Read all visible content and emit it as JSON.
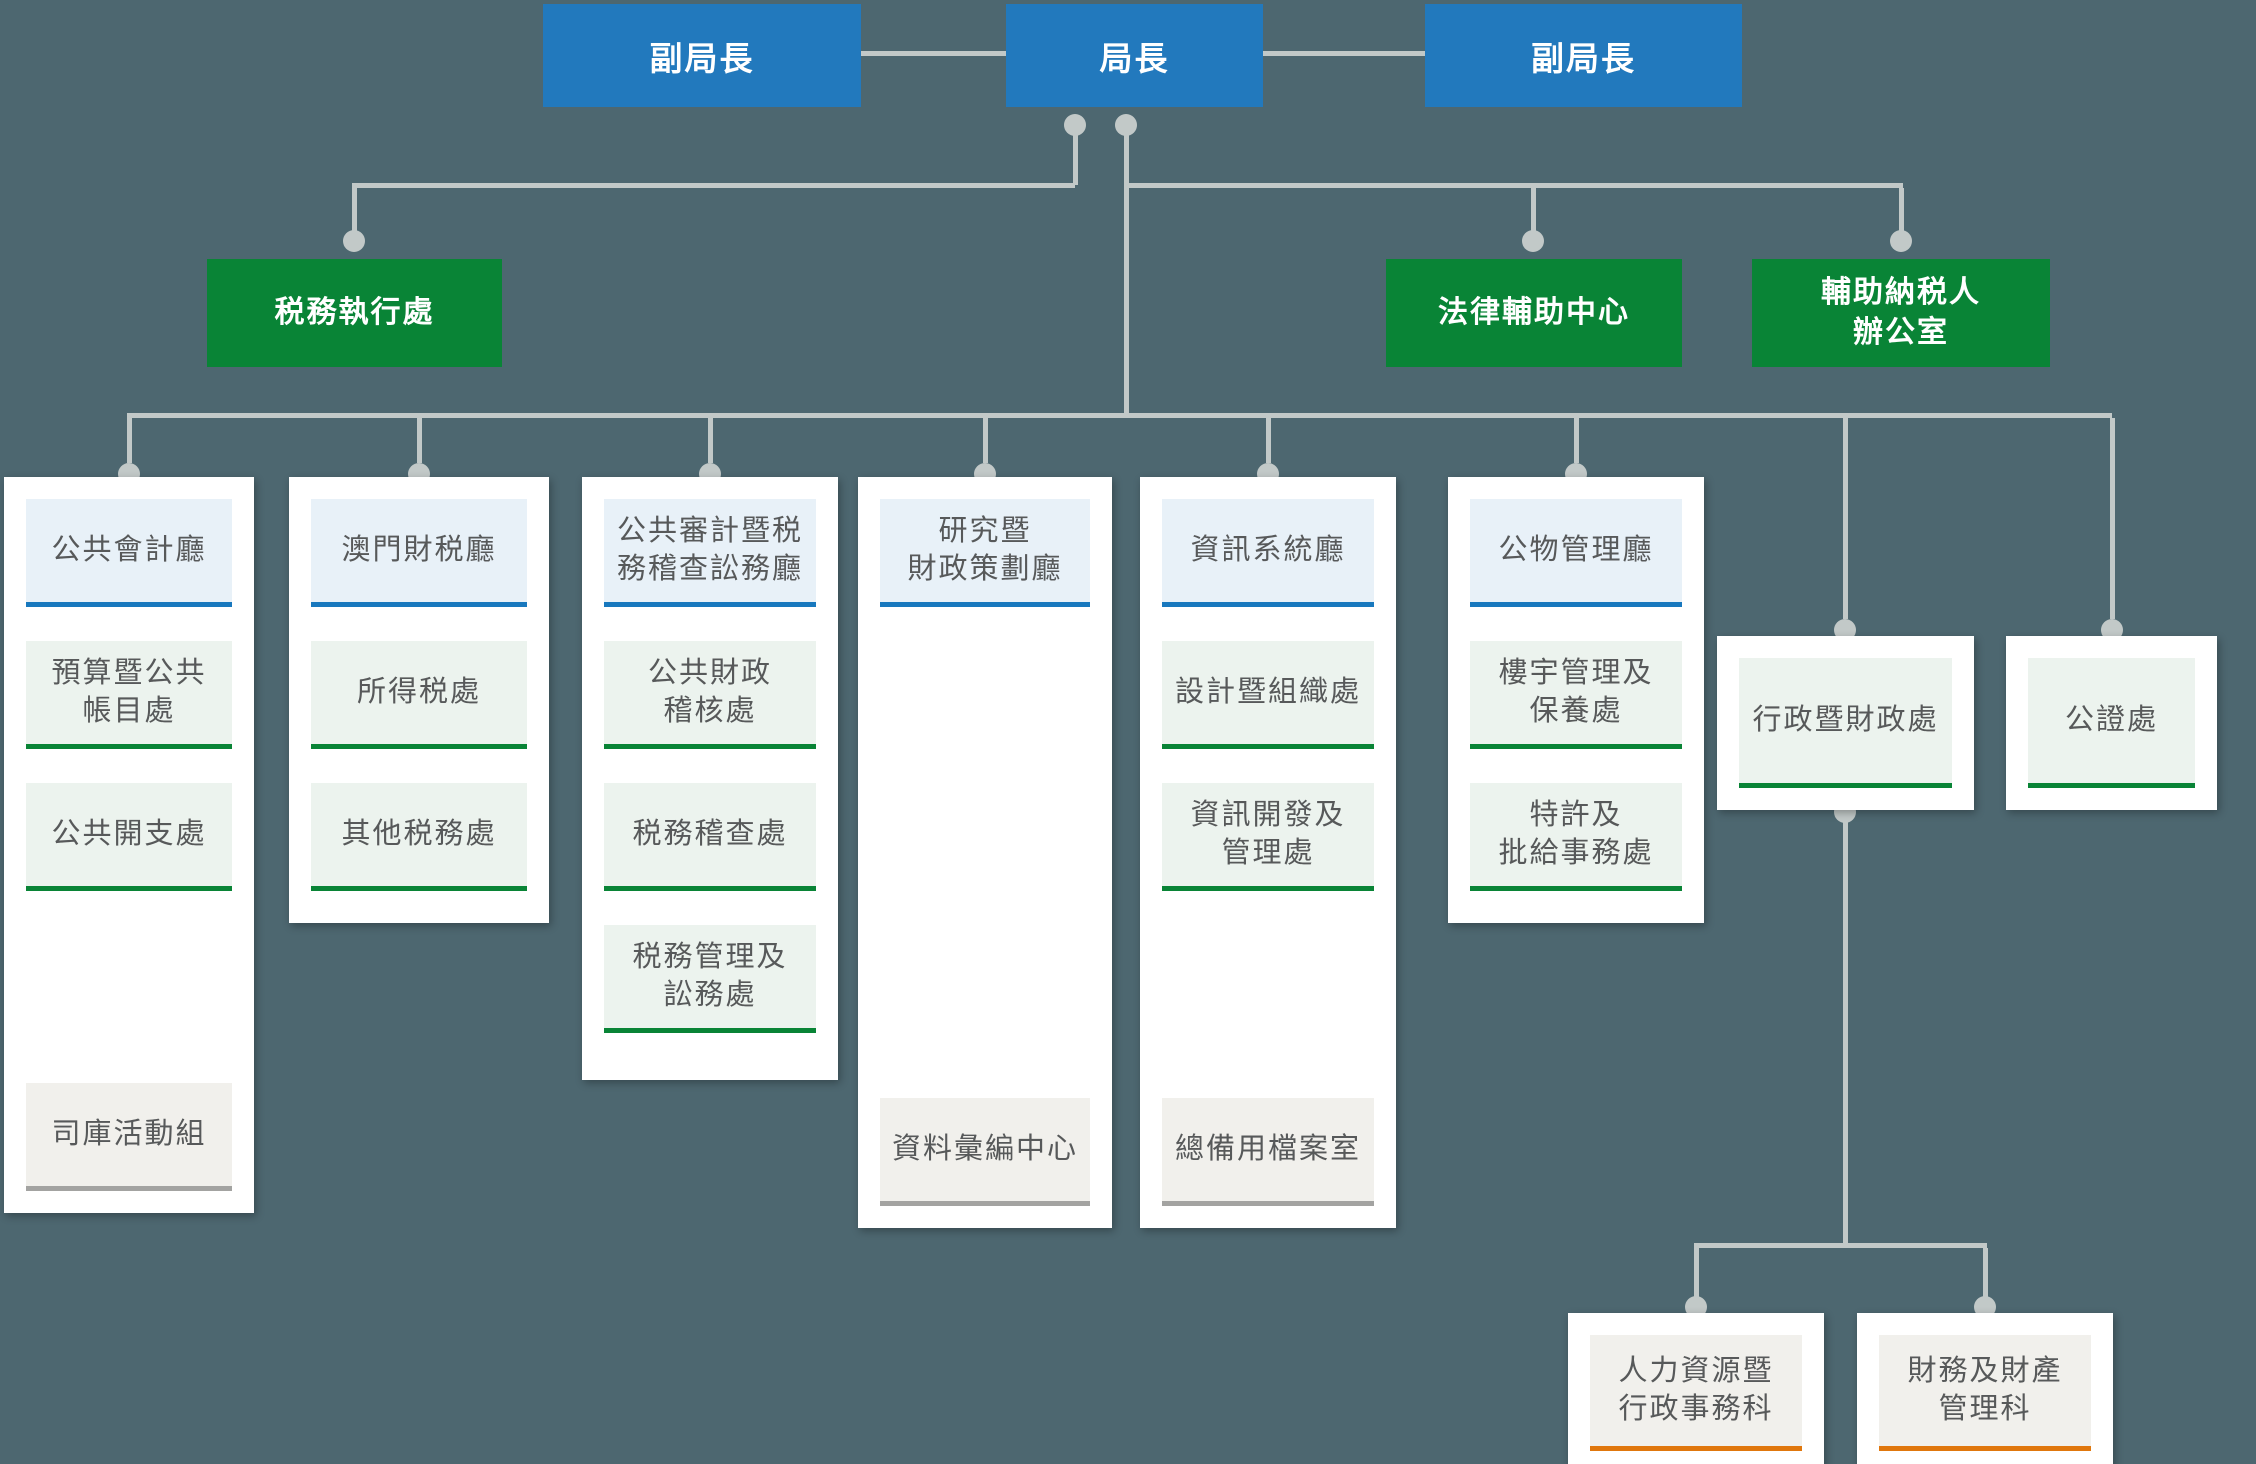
{
  "colors": {
    "background": "#4d6770",
    "box_blue": "#2279bd",
    "box_green": "#098436",
    "connector": "#c2c9c8",
    "underline_blue": "#1878be",
    "underline_green": "#098436",
    "underline_grey": "#a3a3a1",
    "underline_orange": "#e0770d"
  },
  "top_row": {
    "deputy_left": "副局長",
    "director": "局長",
    "deputy_right": "副局長"
  },
  "level2": {
    "tax_enforcement": "税務執行處",
    "legal_aid_center": "法律輔助中心",
    "taxpayer_support_office": "輔助納税人\n辦公室"
  },
  "columns": [
    {
      "items": [
        {
          "label": "公共會計廳",
          "type": "blue"
        },
        {
          "label": "預算暨公共\n帳目處",
          "type": "green"
        },
        {
          "label": "公共開支處",
          "type": "green"
        },
        {
          "label": "司庫活動組",
          "type": "grey"
        }
      ]
    },
    {
      "items": [
        {
          "label": "澳門財税廳",
          "type": "blue"
        },
        {
          "label": "所得税處",
          "type": "green"
        },
        {
          "label": "其他税務處",
          "type": "green"
        }
      ]
    },
    {
      "items": [
        {
          "label": "公共審計暨税\n務稽查訟務廳",
          "type": "blue"
        },
        {
          "label": "公共財政\n稽核處",
          "type": "green"
        },
        {
          "label": "税務稽查處",
          "type": "green"
        },
        {
          "label": "税務管理及\n訟務處",
          "type": "green"
        }
      ]
    },
    {
      "items": [
        {
          "label": "研究暨\n財政策劃廳",
          "type": "blue"
        },
        {
          "label": "資料彙編中心",
          "type": "grey"
        }
      ]
    },
    {
      "items": [
        {
          "label": "資訊系統廳",
          "type": "blue"
        },
        {
          "label": "設計暨組織處",
          "type": "green"
        },
        {
          "label": "資訊開發及\n管理處",
          "type": "green"
        },
        {
          "label": "總備用檔案室",
          "type": "grey"
        }
      ]
    },
    {
      "items": [
        {
          "label": "公物管理廳",
          "type": "blue"
        },
        {
          "label": "樓宇管理及\n保養處",
          "type": "green"
        },
        {
          "label": "特許及\n批給事務處",
          "type": "green"
        }
      ]
    }
  ],
  "side_cards": [
    {
      "label": "行政暨財政處"
    },
    {
      "label": "公證處"
    }
  ],
  "bottom_cards": [
    {
      "label": "人力資源暨\n行政事務科"
    },
    {
      "label": "財務及財產\n管理科"
    }
  ]
}
